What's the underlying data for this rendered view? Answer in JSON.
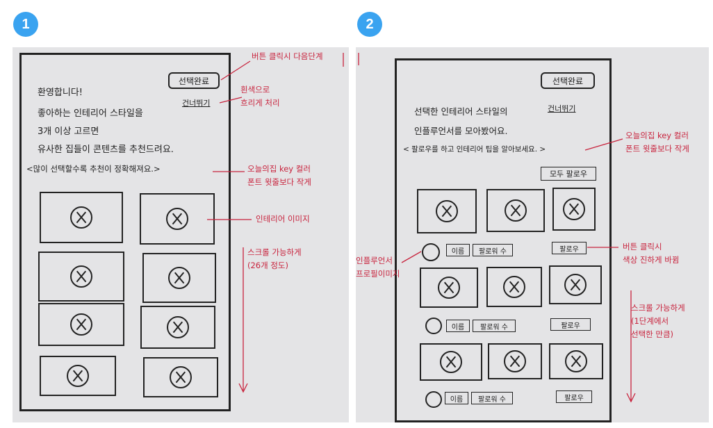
{
  "badges": [
    "1",
    "2"
  ],
  "screen1": {
    "select_done": "선택완료",
    "skip": "건너뛰기",
    "welcome": "환영합니다!",
    "line1": "좋아하는 인테리어 스타일을",
    "line2": "3개 이상 고르면",
    "line3": "유사한 집들이 콘텐츠를 추천드려요.",
    "hint": "<많이 선택할수록 추천이 정확해져요.>",
    "annotations": {
      "button": "버튼 클릭시 다음단계",
      "skip_note": "흰색으로\n흐리게 처리",
      "hint_note": "오늘의집 key 컬러\n폰트 윗줄보다 작게",
      "image_note": "인테리어 이미지",
      "scroll_note": "스크롤 가능하게\n(26개 정도)"
    }
  },
  "screen2": {
    "select_done": "선택완료",
    "skip": "건너뛰기",
    "line1": "선택한 인테리어 스타일의",
    "line2": "인플루언서를 모아봤어요.",
    "hint": "< 팔로우를 하고 인테리어 팁을 알아보세요. >",
    "follow_all": "모두 팔로우",
    "name": "이름",
    "followers": "팔로워 수",
    "follow": "팔로우",
    "annotations": {
      "hint_note": "오늘의집 key 컬러\n폰트 윗줄보다 작게",
      "profile_note": "인플루언서\n프로필이미지",
      "button_note": "버튼 클릭시\n색상 진하게 바뀜",
      "scroll_note": "스크롤 가능하게\n(1단계에서\n선택한 만큼)"
    }
  }
}
